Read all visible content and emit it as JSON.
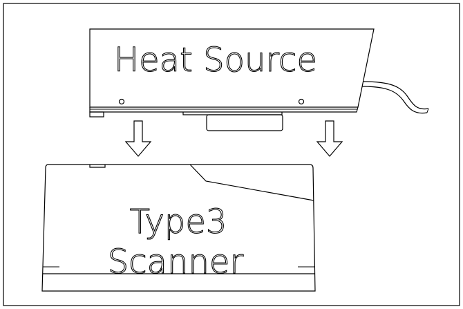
{
  "heat_source": {
    "label": "Heat Source"
  },
  "scanner": {
    "line1": "Type3",
    "line2": "Scanner"
  },
  "colors": {
    "line": "#000000",
    "background": "#ffffff"
  }
}
